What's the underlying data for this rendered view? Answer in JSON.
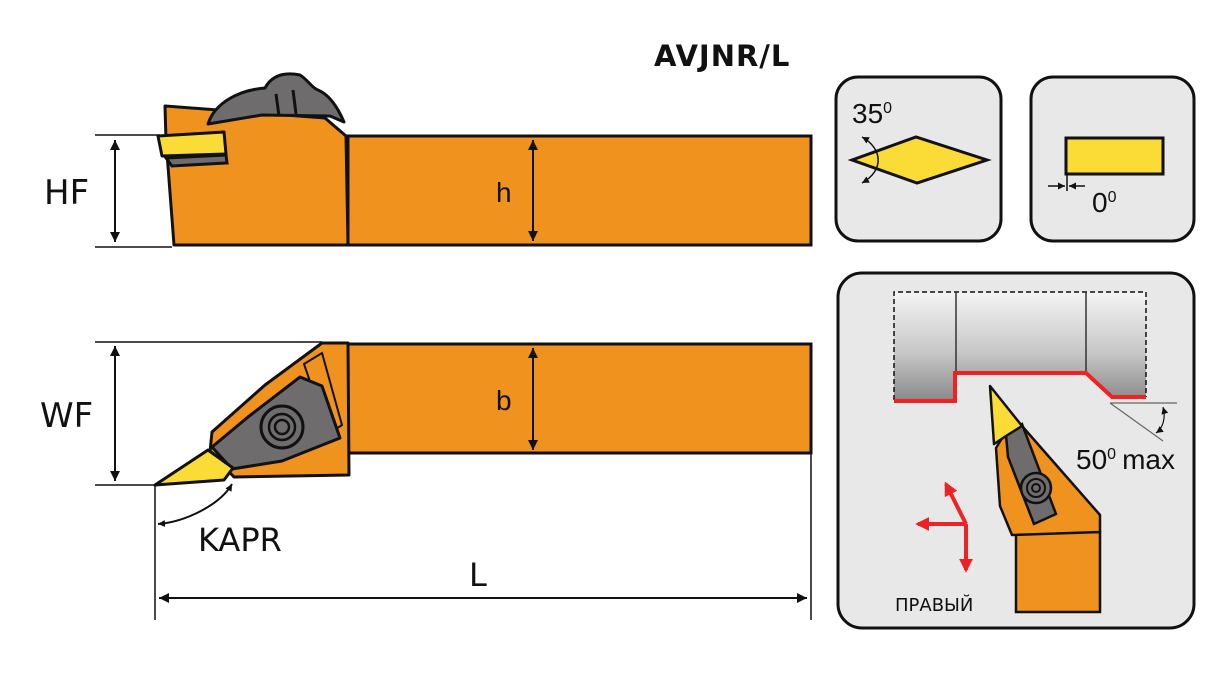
{
  "title": "AVJNR/L",
  "colors": {
    "holder": "#f0921e",
    "insert": "#fbdc36",
    "clamp": "#6e6c6c",
    "panel_bg": "#e9e8e8",
    "outline": "#111111",
    "cut_path": "#ee2222",
    "direction_arrows": "#ee2222"
  },
  "side_view": {
    "dim_height_label": "HF",
    "shank_height_label": "h"
  },
  "top_view": {
    "dim_width_label": "WF",
    "shank_width_label": "b",
    "angle_label": "KAPR",
    "length_label": "L"
  },
  "insert_shape_panel": {
    "angle_value": "35",
    "angle_unit": "0",
    "icon": "rhombic-insert-icon"
  },
  "clearance_panel": {
    "angle_value": "0",
    "angle_unit": "0",
    "icon": "rectangle-insert-icon"
  },
  "application_panel": {
    "plunge_angle_value": "50",
    "plunge_angle_unit": "0",
    "plunge_angle_suffix": "max",
    "hand_label": "ПРАВЫЙ"
  }
}
